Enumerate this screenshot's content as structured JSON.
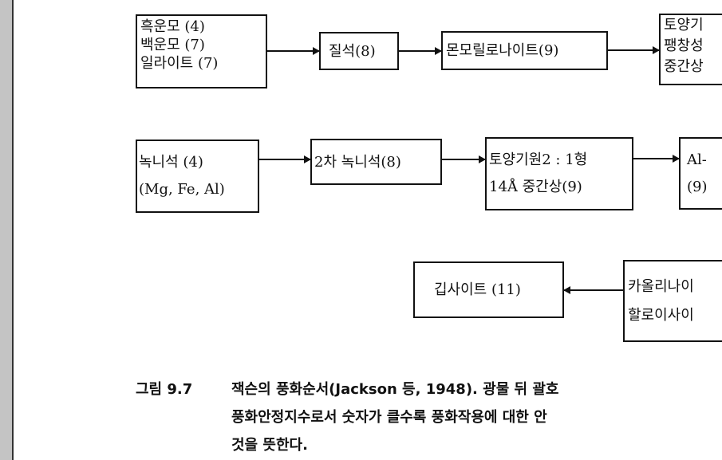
{
  "flow": {
    "row1": [
      {
        "lines": [
          "흑운모 (4)",
          "백운모 (7)",
          "일라이트 (7)"
        ]
      },
      {
        "lines": [
          "질석(8)"
        ]
      },
      {
        "lines": [
          "몬모릴로나이트(9)"
        ]
      },
      {
        "lines": [
          "토양기",
          "팽창성",
          "중간상"
        ]
      }
    ],
    "row2": [
      {
        "lines": [
          "녹니석 (4)",
          "(Mg, Fe, Al)"
        ]
      },
      {
        "lines": [
          "2차 녹니석(8)"
        ]
      },
      {
        "lines": [
          "토양기원2 : 1형",
          "14Å 중간상(9)"
        ]
      },
      {
        "lines": [
          "Al-",
          "(9)"
        ]
      }
    ],
    "row3": [
      {
        "lines": [
          "깁사이트 (11)"
        ]
      },
      {
        "lines": [
          "카올리나이",
          "할로이사이"
        ]
      }
    ]
  },
  "caption": {
    "label": "그림 9.7",
    "line1": "잭슨의 풍화순서(Jackson 등, 1948). 광물 뒤 괄호",
    "line2": "풍화안정지수로서 숫자가 클수록 풍화작용에 대한 안",
    "line3": "것을 뜻한다."
  }
}
